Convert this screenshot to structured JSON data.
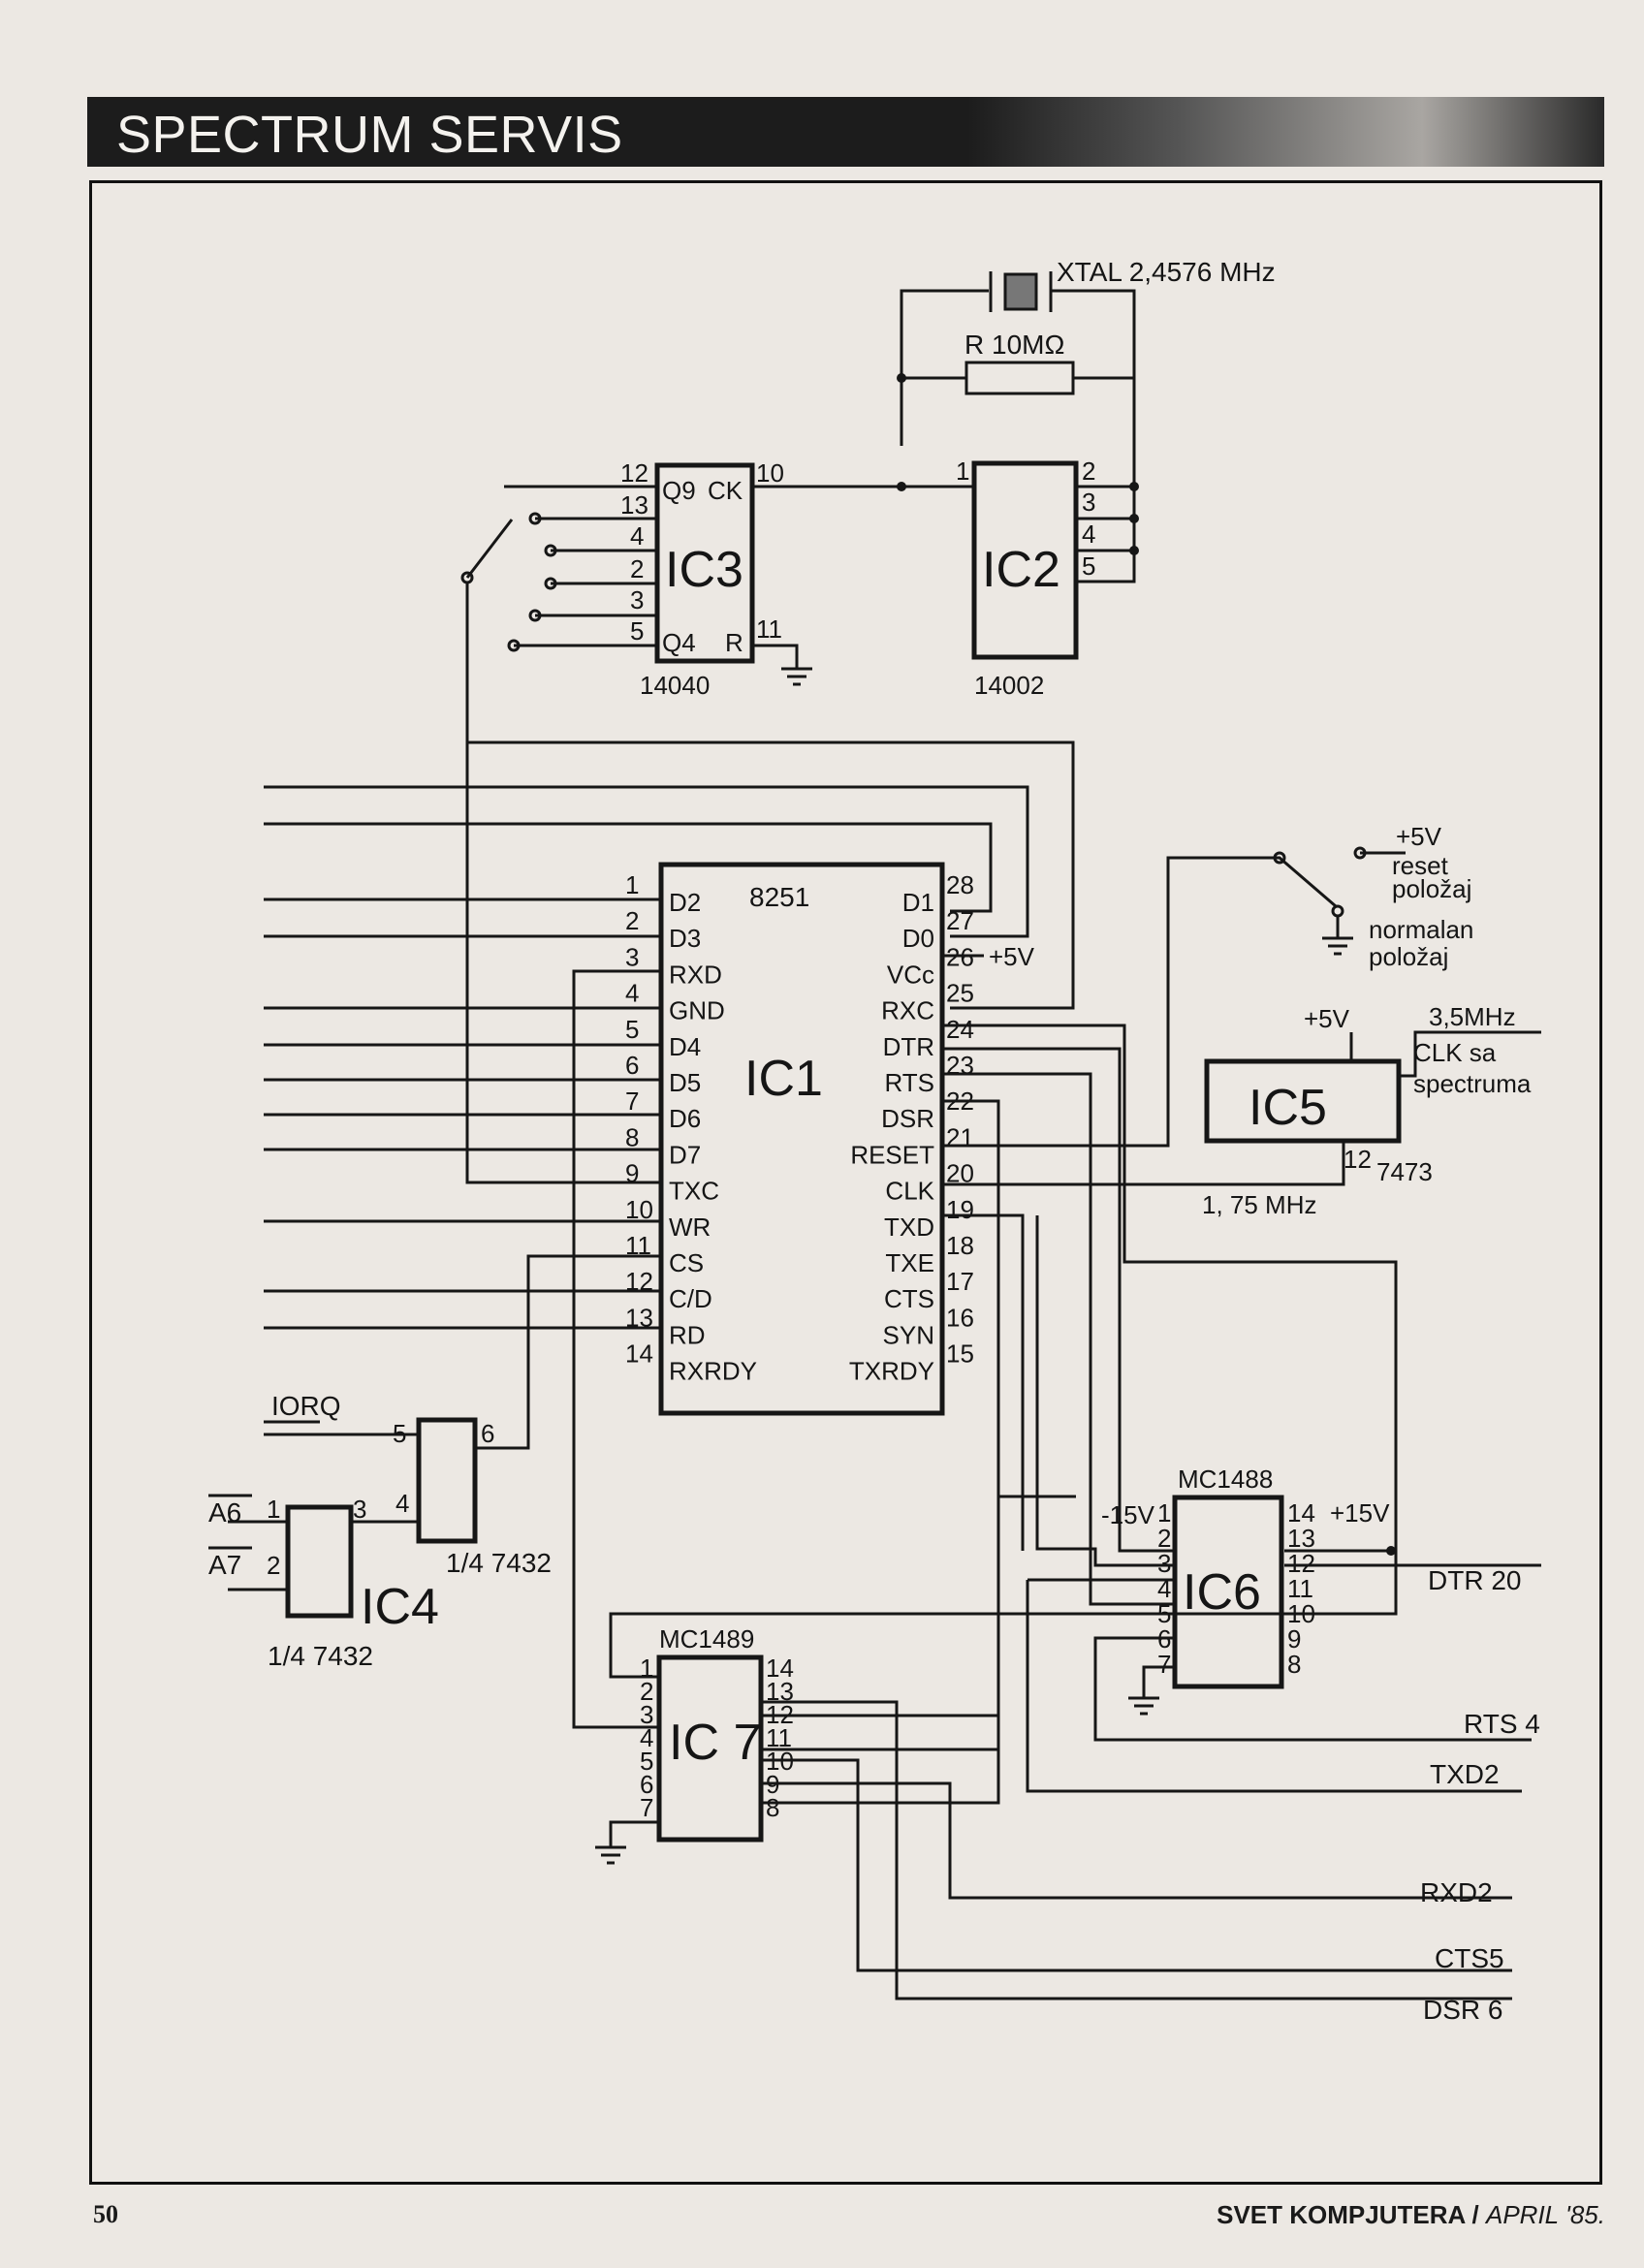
{
  "header": {
    "title": "SPECTRUM SERVIS"
  },
  "footer": {
    "page_number": "50",
    "magazine": "SVET KOMPJUTERA",
    "separator": " / ",
    "issue": "APRIL '85."
  },
  "schematic": {
    "crystal": {
      "label": "XTAL 2,4576 MHz"
    },
    "resistor": {
      "label": "R 10MΩ"
    },
    "ic1": {
      "name": "IC1",
      "part": "8251",
      "left_pins": [
        {
          "num": "1",
          "sig": "D2"
        },
        {
          "num": "2",
          "sig": "D3"
        },
        {
          "num": "3",
          "sig": "RXD"
        },
        {
          "num": "4",
          "sig": "GND"
        },
        {
          "num": "5",
          "sig": "D4"
        },
        {
          "num": "6",
          "sig": "D5"
        },
        {
          "num": "7",
          "sig": "D6"
        },
        {
          "num": "8",
          "sig": "D7"
        },
        {
          "num": "9",
          "sig": "TXC"
        },
        {
          "num": "10",
          "sig": "WR"
        },
        {
          "num": "11",
          "sig": "CS"
        },
        {
          "num": "12",
          "sig": "C/D"
        },
        {
          "num": "13",
          "sig": "RD"
        },
        {
          "num": "14",
          "sig": "RXRDY"
        }
      ],
      "right_pins": [
        {
          "num": "28",
          "sig": "D1"
        },
        {
          "num": "27",
          "sig": "D0"
        },
        {
          "num": "26",
          "sig": "VCc"
        },
        {
          "num": "25",
          "sig": "RXC"
        },
        {
          "num": "24",
          "sig": "DTR"
        },
        {
          "num": "23",
          "sig": "RTS"
        },
        {
          "num": "22",
          "sig": "DSR"
        },
        {
          "num": "21",
          "sig": "RESET"
        },
        {
          "num": "20",
          "sig": "CLK"
        },
        {
          "num": "19",
          "sig": "TXD"
        },
        {
          "num": "18",
          "sig": "TXE"
        },
        {
          "num": "17",
          "sig": "CTS"
        },
        {
          "num": "16",
          "sig": "SYN"
        },
        {
          "num": "15",
          "sig": "TXRDY"
        }
      ],
      "vcc_label": "+5V"
    },
    "ic2": {
      "name": "IC2",
      "part": "14002",
      "pins": [
        "1",
        "2",
        "3",
        "4",
        "5"
      ]
    },
    "ic3": {
      "name": "IC3",
      "part": "14040",
      "pins": [
        "12",
        "13",
        "4",
        "2",
        "3",
        "5",
        "10",
        "11"
      ],
      "signals": [
        "Q9",
        "CK",
        "Q4",
        "R"
      ]
    },
    "ic4": {
      "name": "IC4",
      "part": "1/4 7432",
      "pins": [
        "1",
        "2",
        "3"
      ],
      "inputs": [
        "A6",
        "A7"
      ]
    },
    "ic4b": {
      "part": "1/4 7432",
      "pins": [
        "5",
        "4",
        "6"
      ],
      "input": "IORQ"
    },
    "ic5": {
      "name": "IC5",
      "part": "7473",
      "pin": "12",
      "supply": "+5V",
      "clock_in": "3,5MHz",
      "clock_note_1": "CLK sa",
      "clock_note_2": "spectruma",
      "clock_out": "1, 75 MHz"
    },
    "reset_switch": {
      "supply": "+5V",
      "pos1_a": "reset",
      "pos1_b": "položaj",
      "pos2_a": "normalan",
      "pos2_b": "položaj"
    },
    "ic6": {
      "name": "IC6",
      "part": "MC1488",
      "neg": "-15V",
      "pos": "+15V",
      "left_pins": [
        "1",
        "2",
        "3",
        "4",
        "5",
        "6",
        "7"
      ],
      "right_pins": [
        "14",
        "13",
        "12",
        "11",
        "10",
        "9",
        "8"
      ]
    },
    "ic7": {
      "name": "IC 7",
      "part": "MC1489",
      "left_pins": [
        "1",
        "2",
        "3",
        "4",
        "5",
        "6",
        "7"
      ],
      "right_pins": [
        "14",
        "13",
        "12",
        "11",
        "10",
        "9",
        "8"
      ]
    },
    "outputs": [
      "DTR 20",
      "RTS 4",
      "TXD2",
      "RXD2",
      "CTS5",
      "DSR 6"
    ]
  }
}
